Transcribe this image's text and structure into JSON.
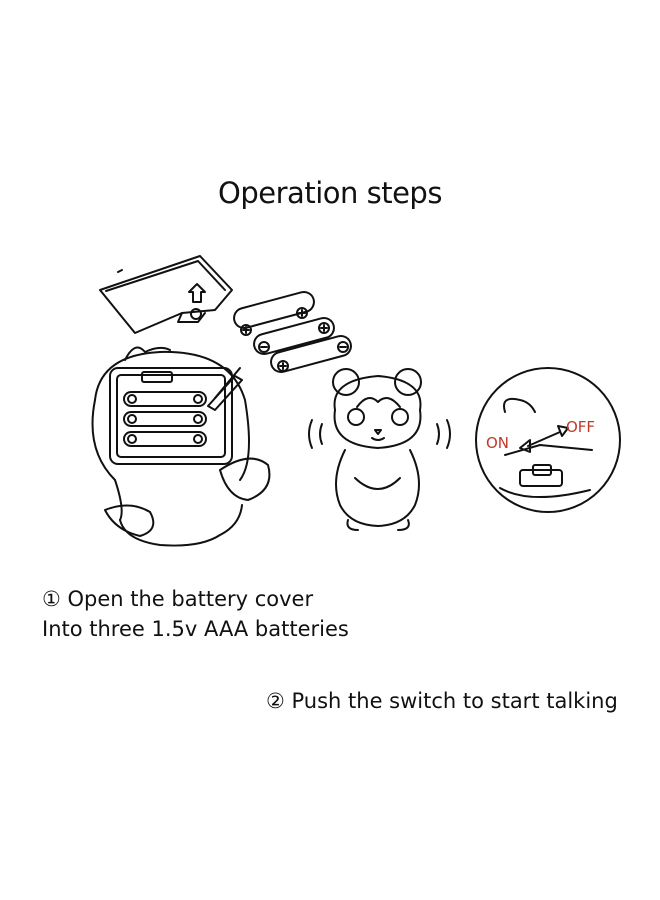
{
  "title": "Operation steps",
  "steps": [
    {
      "lines": [
        "① Open the battery cover",
        "Into three 1.5v AAA batteries"
      ]
    },
    {
      "lines": [
        "② Push the switch to start talking"
      ]
    }
  ],
  "switch": {
    "on_label": "ON",
    "off_label": "OFF"
  },
  "colors": {
    "line": "#111111",
    "switch_label": "#c0392b",
    "background": "#ffffff"
  },
  "icons": [
    "battery-cover-icon",
    "aaa-battery-icon",
    "toy-back-battery-compartment-icon",
    "hamster-toy-icon",
    "sound-wave-icon",
    "on-off-switch-icon",
    "arrow-up-icon",
    "double-arrow-icon"
  ]
}
